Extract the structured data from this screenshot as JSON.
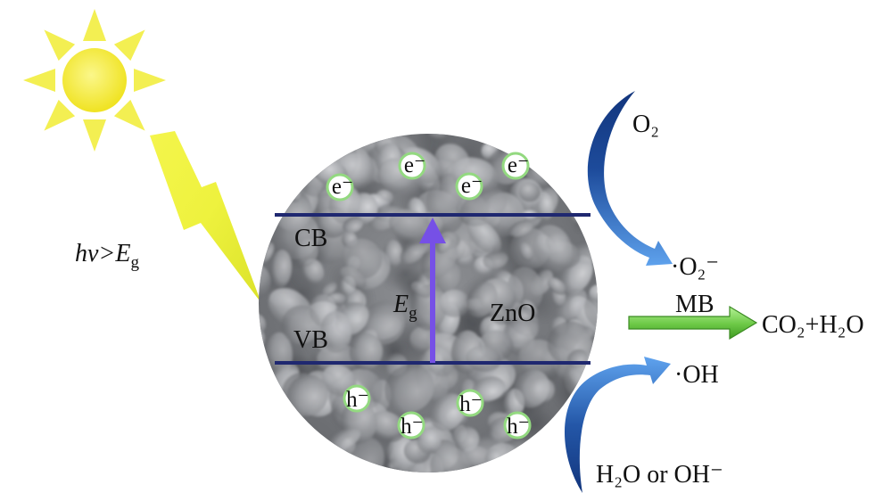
{
  "figure": {
    "light_label": {
      "text": "hv>E",
      "sub": "g"
    },
    "bands": {
      "conduction": "CB",
      "valence": "VB"
    },
    "band_gap_label": {
      "text": "E",
      "sub": "g"
    },
    "material": "ZnO",
    "electrons": [
      "e⁻",
      "e⁻",
      "e⁻",
      "e⁻"
    ],
    "holes": [
      "h⁻",
      "h⁻",
      "h⁻",
      "h⁻"
    ],
    "reduction": {
      "reactant": "O₂",
      "product": "·O₂⁻"
    },
    "degradation": {
      "reactant": "MB",
      "products": "CO₂+H₂O"
    },
    "oxidation": {
      "reactant": "H₂O or OH⁻",
      "product": "·OH"
    }
  },
  "colors": {
    "sun": "#efe21e",
    "lightning": "#e6ea30",
    "band_lines": "#1f2870",
    "excitation_arrow": "#7650e6",
    "reaction_arrow": "#1d4b9b",
    "degradation_arrow": "#5cc43a",
    "carrier_ring": "#93d980"
  }
}
